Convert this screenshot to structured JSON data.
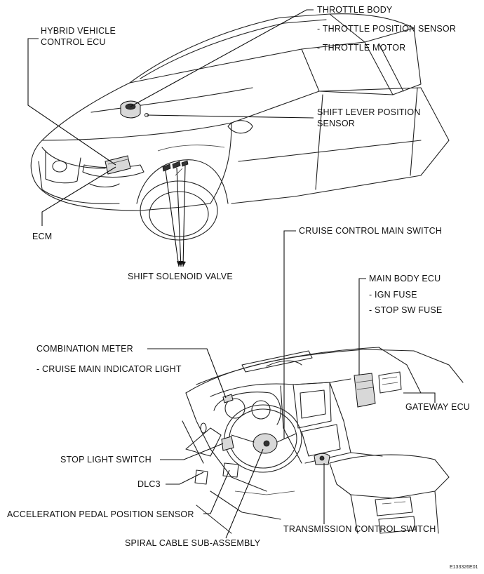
{
  "labels": {
    "throttle_body": "THROTTLE BODY",
    "throttle_position_sensor": "- THROTTLE POSITION SENSOR",
    "throttle_motor": "- THROTTLE MOTOR",
    "hybrid_ecu_line1": "HYBRID VEHICLE",
    "hybrid_ecu_line2": "CONTROL ECU",
    "shift_lever_line1": "SHIFT LEVER POSITION",
    "shift_lever_line2": "SENSOR",
    "ecm": "ECM",
    "shift_solenoid": "SHIFT SOLENOID VALVE",
    "cruise_main_switch": "CRUISE CONTROL MAIN SWITCH",
    "main_body_ecu": "MAIN BODY ECU",
    "ign_fuse": "- IGN FUSE",
    "stop_sw_fuse": "- STOP SW FUSE",
    "combination_meter": "COMBINATION METER",
    "cruise_indicator": "- CRUISE MAIN INDICATOR LIGHT",
    "gateway_ecu": "GATEWAY ECU",
    "stop_light_switch": "STOP LIGHT SWITCH",
    "dlc3": "DLC3",
    "accel_pedal": "ACCELERATION PEDAL POSITION SENSOR",
    "transmission_switch": "TRANSMISSION CONTROL SWITCH",
    "spiral_cable": "SPIRAL CABLE SUB-ASSEMBLY",
    "figure_code": "E133326E01"
  }
}
